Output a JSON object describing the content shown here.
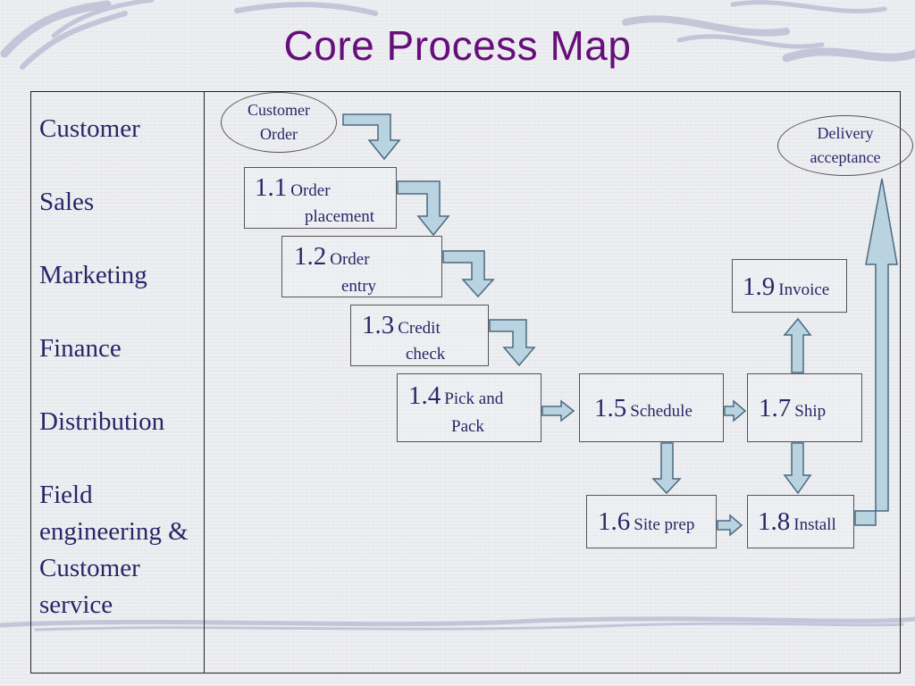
{
  "title": "Core Process Map",
  "roles": [
    "Customer",
    "Sales",
    "Marketing",
    "Finance",
    "Distribution",
    "Field engineering & Customer service"
  ],
  "start_oval": {
    "line1": "Customer",
    "line2": "Order"
  },
  "end_oval": {
    "line1": "Delivery",
    "line2": "acceptance"
  },
  "steps": {
    "s11": {
      "num": "1.1",
      "label": "Order",
      "label2": "placement"
    },
    "s12": {
      "num": "1.2",
      "label": "Order",
      "label2": "entry"
    },
    "s13": {
      "num": "1.3",
      "label": "Credit",
      "label2": "check"
    },
    "s14": {
      "num": "1.4",
      "label": "Pick and",
      "label2": "Pack"
    },
    "s15": {
      "num": "1.5",
      "label": "Schedule"
    },
    "s16": {
      "num": "1.6",
      "label": "Site prep"
    },
    "s17": {
      "num": "1.7",
      "label": "Ship"
    },
    "s18": {
      "num": "1.8",
      "label": "Install"
    },
    "s19": {
      "num": "1.9",
      "label": "Invoice"
    }
  },
  "colors": {
    "title": "#660e7a",
    "text": "#2c2468",
    "arrow_fill": "#b9d3e1",
    "arrow_stroke": "#4a6a80"
  }
}
